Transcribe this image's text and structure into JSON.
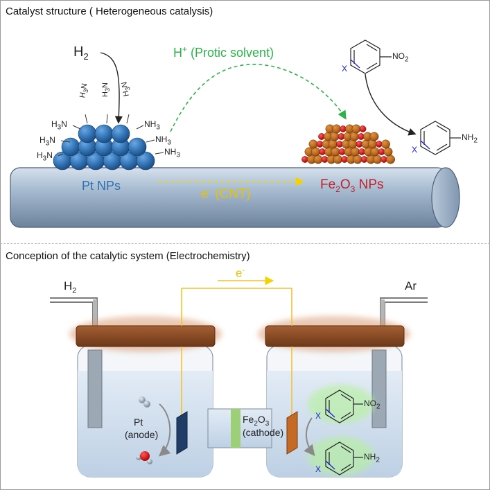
{
  "top": {
    "title": "Catalyst structure ( Heterogeneous catalysis)",
    "h2": "H",
    "h2_sub": "2",
    "proton": "H",
    "proton_sup": "+",
    "proton_label": "(Protic solvent)",
    "nh3_right": "NH",
    "nh3_sub": "3",
    "nh3_left": "H",
    "nh3_left_sub": "3",
    "nh3_left_n": "N",
    "pt_label": "Pt NPs",
    "electron": "e",
    "electron_sup": "-",
    "electron_label": "(CNT)",
    "fe_label_a": "Fe",
    "fe_sub_a": "2",
    "fe_label_b": "O",
    "fe_sub_b": "3",
    "fe_label_c": "NPs",
    "nitro_group": "NO",
    "nitro_sub": "2",
    "amine_group": "NH",
    "amine_sub": "2",
    "x_sub": "X"
  },
  "bottom": {
    "title": "Conception of the catalytic system (Electrochemistry)",
    "gas_in": "H",
    "gas_in_sub": "2",
    "gas_out": "Ar",
    "electron": "e",
    "electron_sup": "-",
    "anode_a": "Pt",
    "anode_b": "(anode)",
    "membrane_a": "Fe",
    "membrane_sub_a": "2",
    "membrane_b": "O",
    "membrane_sub_b": "3",
    "cathode": "(cathode)",
    "nitro_group": "NO",
    "nitro_sub": "2",
    "amine_group": "NH",
    "amine_sub": "2",
    "x_sub": "X"
  },
  "colors": {
    "pt": "#2f6fb0",
    "fe_brown": "#b5651d",
    "fe_red": "#d81818",
    "green_arrow": "#2bb34a",
    "electron_yellow": "#e6c200",
    "fe_label": "#c0202a",
    "cnt_tube": "#9fb4cb",
    "lid": "#8b4a25",
    "wire": "#f2c232",
    "membrane": "#9ccf78",
    "substituent_blue": "#1a1ad8"
  },
  "icons": [
    "ring-icon",
    "arrow-icon",
    "bubble-icon",
    "electrode-icon"
  ]
}
